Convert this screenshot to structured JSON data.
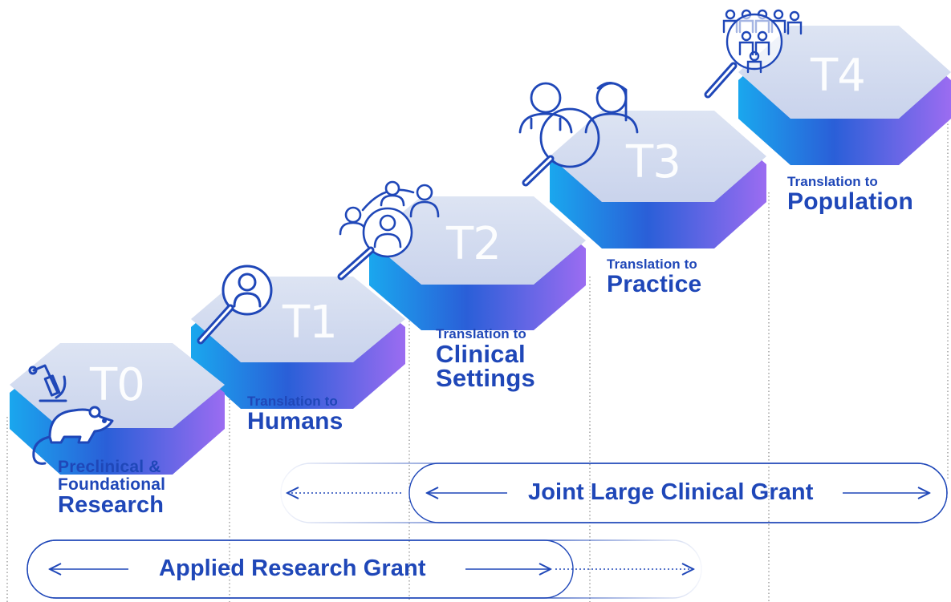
{
  "stages": [
    {
      "label": "T0",
      "pre": "",
      "main": "Preclinical & Foundational Research"
    },
    {
      "label": "T1",
      "pre": "Translation to",
      "main": "Humans"
    },
    {
      "label": "T2",
      "pre": "Translation to",
      "main": "Clinical Settings"
    },
    {
      "label": "T3",
      "pre": "Translation to",
      "main": "Practice"
    },
    {
      "label": "T4",
      "pre": "Translation to",
      "main": "Population"
    }
  ],
  "t0_caption": {
    "line1": "Preclinical &",
    "line2": "Foundational",
    "line3": "Research"
  },
  "t2_caption": {
    "line1": "Clinical",
    "line2": "Settings"
  },
  "grants": {
    "joint": "Joint Large Clinical Grant",
    "applied": "Applied Research Grant"
  },
  "icons": [
    "microscope-icon",
    "mouse-icon",
    "magnifier-person-icon",
    "magnifier-group-icon",
    "doctors-icon",
    "population-icon"
  ],
  "colors": {
    "brand": "#1f47b8",
    "hex_face": "#d4dcef",
    "side_blue": "#2f6fe0",
    "side_purple": "#9a6cf0"
  }
}
